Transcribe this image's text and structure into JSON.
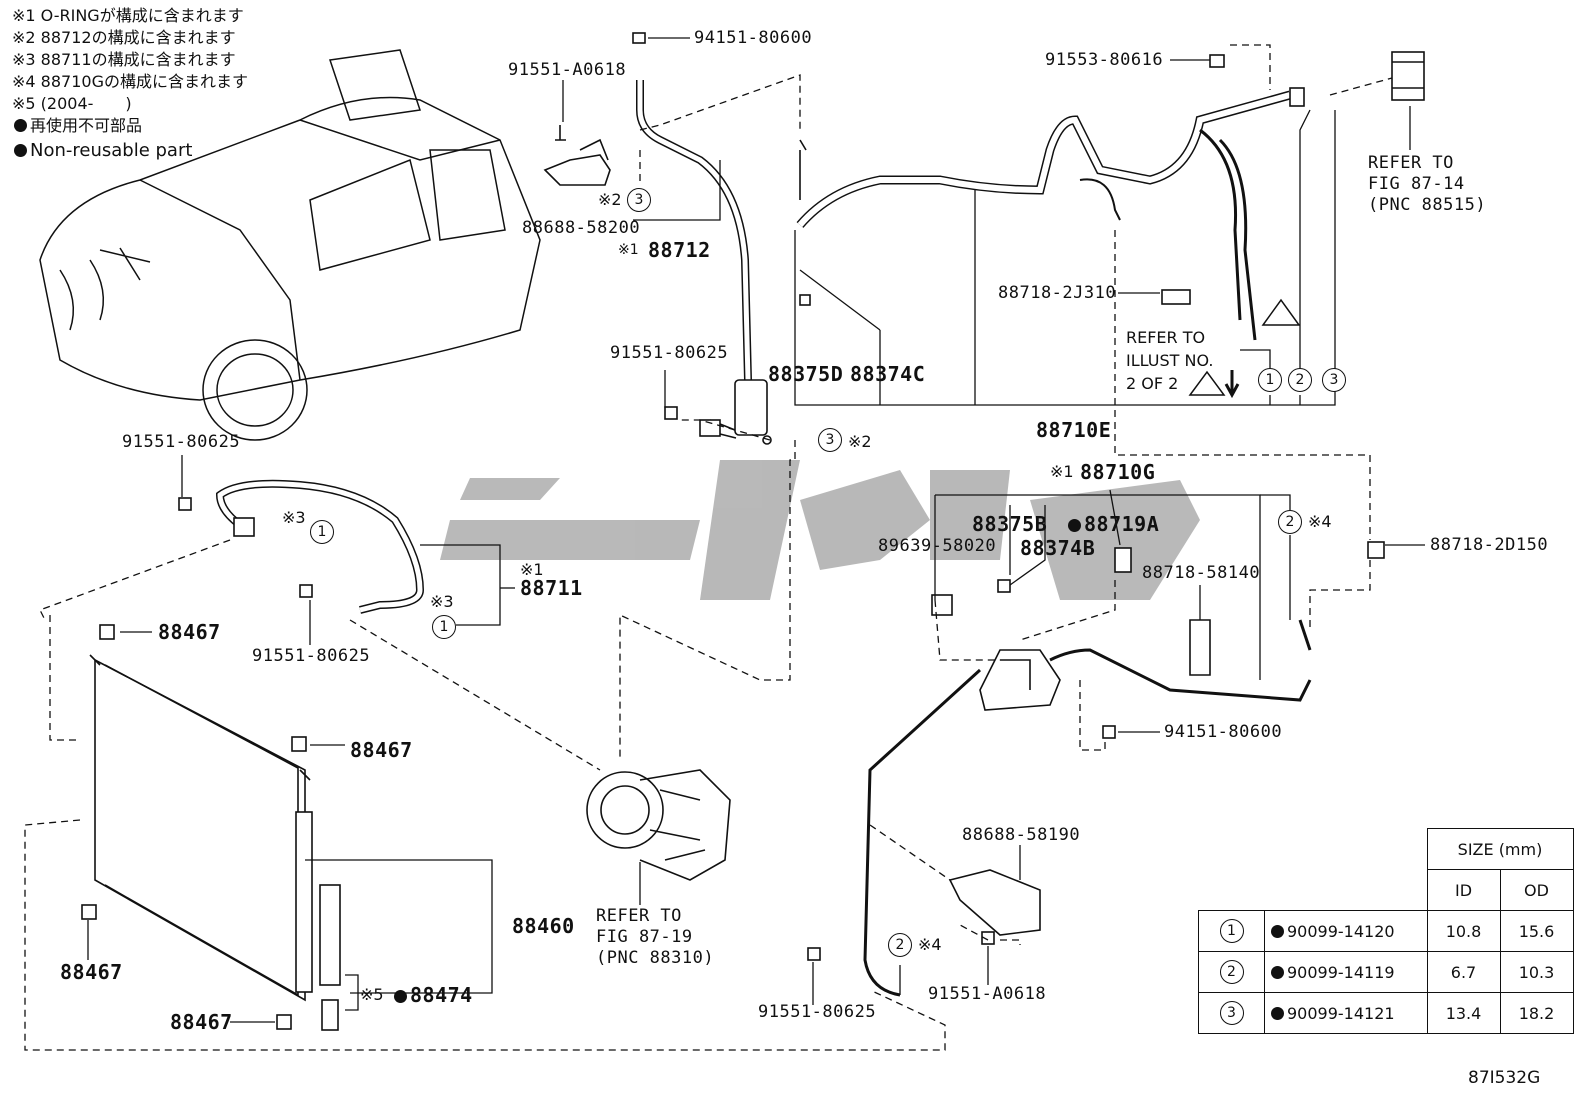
{
  "notes": [
    "※1 O-RINGが構成に含まれます",
    "※2 88712の構成に含まれます",
    "※3 88711の構成に含まれます",
    "※4 88710Gの構成に含まれます",
    "※5 (2004-　　)",
    "再使用不可部品",
    "Non-reusable part"
  ],
  "labels": {
    "p94151_top": "94151-80600",
    "p91551_a0618_top": "91551-A0618",
    "p88688_58200": "88688-58200",
    "p88712": "88712",
    "p91551_80625_mid": "91551-80625",
    "p91553": "91553-80616",
    "refer_87_14": [
      "REFER TO",
      "FIG 87-14",
      "(PNC 88515)"
    ],
    "p88718_2j310": "88718-2J310",
    "refer_illust": [
      "REFER TO",
      "ILLUST NO.",
      "2 OF 2"
    ],
    "p88375d": "88375D",
    "p88374c": "88374C",
    "p88710e": "88710E",
    "p91551_left": "91551-80625",
    "p88711": "88711",
    "p91551_left2": "91551-80625",
    "p88467": "88467",
    "p88460": "88460",
    "p88474": "88474",
    "p88710g": "88710G",
    "p88375b": "88375B",
    "p88374b": "88374B",
    "p88719a": "88719A",
    "p89639": "89639-58020",
    "p88718_58140": "88718-58140",
    "p88718_2d150": "88718-2D150",
    "p94151_bottom": "94151-80600",
    "refer_87_19": [
      "REFER TO",
      "FIG 87-19",
      "(PNC 88310)"
    ],
    "p88688_58190": "88688-58190",
    "p91551_a0618_bottom": "91551-A0618",
    "p91551_bottom": "91551-80625",
    "mark1": "※1",
    "mark2": "※2",
    "mark3": "※3",
    "mark4": "※4",
    "mark5": "※5",
    "figure_code": "87I532G"
  },
  "size_table": {
    "header": "SIZE (mm)",
    "cols": [
      "ID",
      "OD"
    ],
    "rows": [
      {
        "ref": "1",
        "part": "90099-14120",
        "id": "10.8",
        "od": "15.6"
      },
      {
        "ref": "2",
        "part": "90099-14119",
        "id": "6.7",
        "od": "10.3"
      },
      {
        "ref": "3",
        "part": "90099-14121",
        "id": "13.4",
        "od": "18.2"
      }
    ]
  },
  "colors": {
    "ink": "#111111",
    "watermark": "#b0b0b0"
  }
}
